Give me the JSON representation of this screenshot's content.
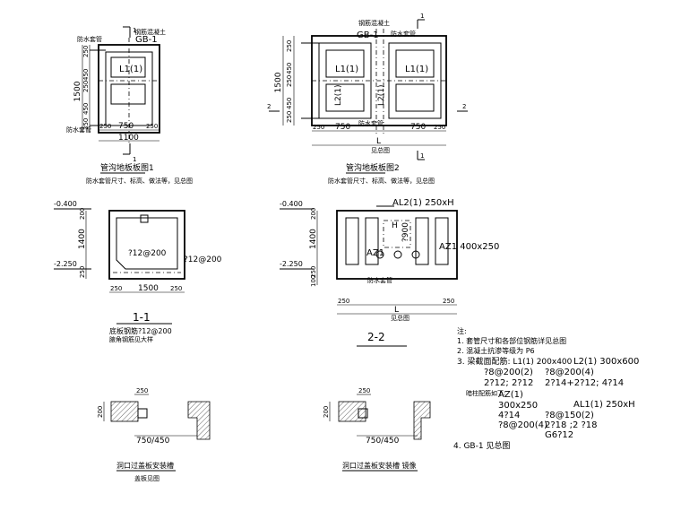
{
  "plan1": {
    "section_mark": "1",
    "section_mark_bottom": "1",
    "gb_label": "GB-1",
    "l1_label": "L1(1)",
    "label_small_a": "防水套管",
    "label_small_b": "钢筋混凝土",
    "label_small_c": "防水套管",
    "dim_overall_v": "1500",
    "dim_stack_v": [
      "250",
      "450",
      "250",
      "450",
      "250"
    ],
    "dim_bottom": [
      "250",
      "750",
      "250"
    ],
    "dim_total": "1100",
    "title": "管沟地板板图1",
    "subtitle": "防水套管尺寸、标高、做法等，见总图"
  },
  "plan2": {
    "gb_label": "GB-1",
    "l1_left": "L1(1)",
    "l1_right": "L1(1)",
    "l2_left": "L2(1)",
    "l2_right": "L2(1)",
    "section_mark_top": "1",
    "section_mark_bottom": "1",
    "section_mark_left": "2",
    "section_mark_right": "2",
    "label_small_a": "钢筋混凝土",
    "label_small_b": "防水套管",
    "label_small_c": "防水套管",
    "dim_overall_v": "1500",
    "dim_stack_v": [
      "250",
      "450",
      "250",
      "450",
      "250"
    ],
    "dim_bottom_left": [
      "250",
      "750"
    ],
    "dim_bottom_right": [
      "750",
      "250"
    ],
    "dim_L": "L",
    "dim_L_note": "见总图",
    "title": "管沟地板板图2",
    "subtitle": "防水套管尺寸、标高、做法等，见总图"
  },
  "section1": {
    "elev_top": "-0.400",
    "elev_bottom": "-2.250",
    "dim_v": [
      "200",
      "1400",
      "250"
    ],
    "rebar_inner": "?12@200",
    "rebar_outer": "?12@200",
    "dim_bottom": [
      "250",
      "1500",
      "250"
    ],
    "title": "1-1",
    "note1": "底板钢筋?12@200",
    "note2": "腋角钢筋见大样"
  },
  "section2": {
    "elev_top": "-0.400",
    "elev_bottom": "-2.250",
    "dim_v": [
      "200",
      "1400",
      "250",
      "100"
    ],
    "al2_label": "AL2(1) 250xH",
    "h_label": "H",
    "dim_900": "?900",
    "az1_left": "AZ1",
    "az1_right": "AZ1 400x250",
    "label_small": "防水套管",
    "dim_bottom": [
      "250",
      "250"
    ],
    "dim_L": "L",
    "dim_L_note": "见总图",
    "title": "2-2"
  },
  "detail1": {
    "dim_top": "250",
    "dim_side": "200",
    "dim_span": "750/450",
    "title": "洞口过盖板安装槽",
    "subtitle": "盖板见图"
  },
  "detail2": {
    "dim_top": "250",
    "dim_side": "200",
    "dim_span": "750/450",
    "title": "洞口过盖板安装槽 镜像"
  },
  "notes": {
    "heading": "注:",
    "items": [
      "1.  套管尺寸和各部位钢筋详见总图",
      "2.  混凝土抗渗等级为 P6",
      "3.  梁截面配筋:  L1(1) 200x400",
      "L2(1) 300x600",
      "?8@200(2)",
      "?8@200(4)",
      "2?12; 2?12",
      "2?14+2?12; 4?14",
      "暗柱配筋如下:",
      "AZ(1)",
      "AL1(1) 250xH",
      "300x250",
      "?8@150(2)",
      "4?14",
      "2?18 ;2 ?18",
      "?8@200(4)",
      "G6?12",
      "4. GB-1 见总图"
    ]
  }
}
